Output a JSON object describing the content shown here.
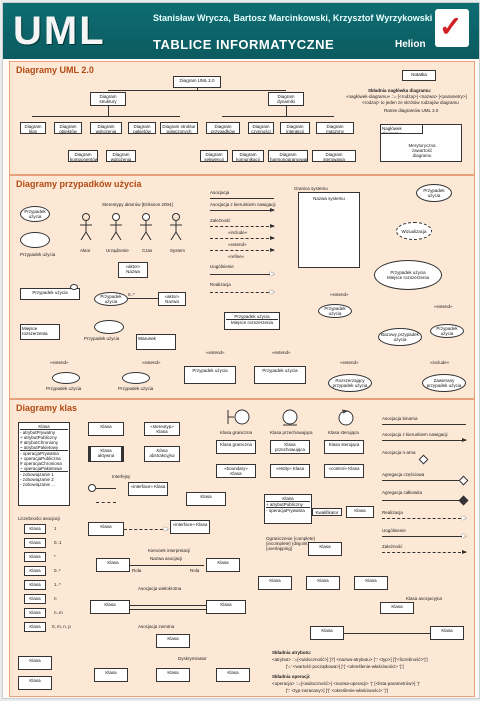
{
  "header": {
    "title": "UML",
    "authors": "Stanisław Wrycza, Bartosz Marcinkowski, Krzysztof Wyrzykowski",
    "subtitle": "TABLICE INFORMATYCZNE",
    "publisher": "Helion"
  },
  "sections": {
    "s1": "Diagramy UML 2.0",
    "s2": "Diagramy przypadków użycia",
    "s3": "Diagramy klas"
  },
  "s1": {
    "top": "Diagram UML 2.0",
    "structural": "Diagram struktury",
    "dynamic": "Diagram dynamiki",
    "note": "Notatka",
    "header_syntax_title": "Składnia nagłówka diagramu:",
    "header_syntax_1": "«nagłówek-diagramu» ::= [<rodzaj>] <nazwa> [<parametry>]",
    "header_syntax_2": "<rodzaj> to jeden ze skrótów rodzajów diagramu",
    "frame_caption": "Ramie diagramów UML 2.0",
    "frame_title": "Nagłówek diagramu",
    "frame_content": "Merytoryczna zawartość diagramu",
    "structural_children": [
      "Diagram klas",
      "Diagram obiektów",
      "Diagram wdrożenia",
      "Diagram pakietów",
      "Diagram struktur połączonych"
    ],
    "structural_sub": [
      "Diagram komponentów",
      "Diagram wdrożenia"
    ],
    "dynamic_children": [
      "Diagram przypadków użycia",
      "Diagram czynności",
      "Diagram interakcji",
      "Diagram maszyny stanowej"
    ],
    "dynamic_sub": [
      "Diagram sekwencji",
      "Diagram komunikacji",
      "Diagram harmonogramowania",
      "Diagram sterowania interakcją"
    ]
  },
  "s2": {
    "use_case": "Przypadek użycia",
    "use_case_2": "Przypadek użycia",
    "stereotypes_title": "Stereotypy aktorów [Eriksson 2004]",
    "actors": [
      "Aktor",
      "Urządzenie",
      "Czas",
      "System"
    ],
    "actor_stereo": "«aktor»",
    "actor_name": "Nazwa",
    "assoc": "Asocjacja",
    "assoc_nav": "Asocjacja z kierunkiem nawigacji",
    "dependency": "Zależność",
    "include": "«include»",
    "extend": "«extend»",
    "refine": "«refine»",
    "generalization": "Uogólnienie",
    "realization": "Realizacja",
    "system_boundary": "Granica systemu",
    "system_name": "Nazwa systemu",
    "pu": "Przypadek użycia",
    "extension_point": "Miejsce rozszerzenia",
    "view_label": "Wizualizacja",
    "stereo_name": "«aktor» Nazwa",
    "points_label": "Miejsce rozszerzenia",
    "extend_lbl": "«extend»",
    "include_lbl": "«include»",
    "base_uc": "Bazowy przypadek użycia",
    "extending_uc": "Rozszerzający przypadek użycia",
    "included_uc": "Zawierany przypadek użycia",
    "cond_note": "Warunek",
    "mult": "0..*"
  },
  "s3": {
    "class": "Klasa",
    "active_class": "Klasa aktywna",
    "stereo_class": "«stereotyp» Klasa",
    "abstract_class": "Klasa abstrakcyjna",
    "attrs": [
      "- atrybutPrywatny",
      "+ atrybutPubliczny",
      "# atrybutChroniony",
      "~ atrybutPakietowy"
    ],
    "ops": [
      "- operacjaPrywatna",
      "+ operacjaPubliczna",
      "# operacjaChroniona",
      "~ operacjaPakietowa"
    ],
    "objects": [
      "- zobowiązanie 1",
      "- zobowiązanie 2",
      "- zobowiązanie ..."
    ],
    "interfaces": "Interfejsy",
    "interface_class": "«interface» Klasa",
    "boundary": "Klasa graniczna",
    "control": "Klasa przechowująca",
    "entity": "Klasa sterująca",
    "boundary_s": "«boundary» Klasa",
    "entity_s": "«entity» Klasa",
    "control_s": "«control» Klasa",
    "assoc_binary": "Asocjacja binarna",
    "assoc_nav": "Asocjacja z kierunkiem nawigacji",
    "assoc_nary": "Asocjacja n-arna",
    "aggregation": "Agregacja częściowa",
    "composition": "Agregacja całkowita",
    "realization": "Realizacja",
    "generalization": "Uogólnienie",
    "dependency": "Zależność",
    "multiplicity_title": "Liczebności asocjacji",
    "multiplicities": [
      "1",
      "0..1",
      "*",
      "0..*",
      "1..*",
      "n",
      "n..m",
      "0, m, n, p"
    ],
    "qualifier": "Kwalifikator",
    "attr_public": "+ atrybutPubliczny",
    "op_private": "- operacjaPrywatna",
    "interface_interpret": "Kierunek interpretacji",
    "assoc_name": "Nazwa asocjacji",
    "role": "Rola",
    "assoc_many": "Asocjacja wielokrotna",
    "constraint": "Ograniczenie {complete} {incomplete} {disjoint} {overlapping}",
    "assoc_class": "Klasa asocjacyjna",
    "assoc_recursive": "Asocjacja zwrotna",
    "discriminator": "Dyskryminator",
    "attr_syntax_title": "Składnia atrybutu:",
    "attr_syntax_1": "<atrybut> ::=[<widoczność>] ['/'] <nazwa-atrybutu> [':' <typ>] ['['<liczebność>']']",
    "attr_syntax_2": "['=' <wartość-początkowa>] ['{' <określenie-właściwości> '}']",
    "op_syntax_title": "Składnia operacji:",
    "op_syntax_1": "<operacja> ::=[<widoczność>] <nazwa-operacji> '(' [<lista-parametrów>] ')'",
    "op_syntax_2": "[':' <typ-zwracany>] ['{' <określenie-właściwości> '}']"
  }
}
